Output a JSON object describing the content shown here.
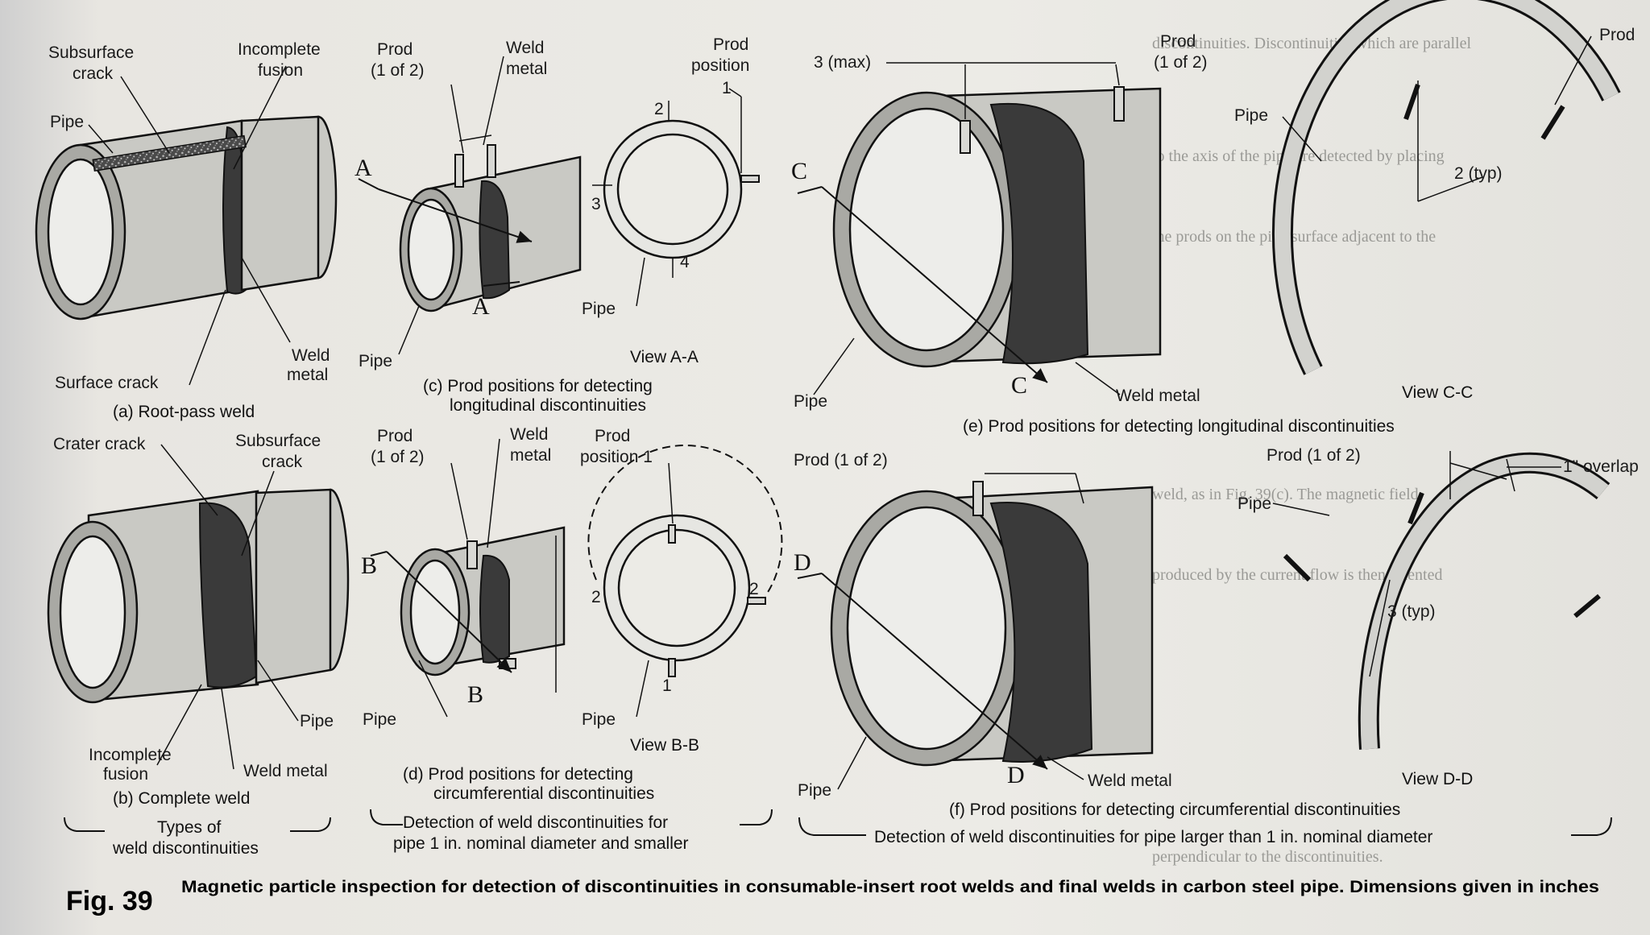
{
  "background_text": [
    "discontinuities. Discontinuities which are parallel",
    "to the axis of the pipe are detected by placing",
    "the prods on the pipe surface adjacent to the",
    "weld, as in Fig. 39(c). The magnetic field",
    "produced by the current flow is then oriented",
    "perpendicular to the discontinuities."
  ],
  "panel_a": {
    "subsurface_crack": [
      "Subsurface",
      "crack"
    ],
    "incomplete_fusion": [
      "Incomplete",
      "fusion"
    ],
    "pipe": "Pipe",
    "weld_metal": [
      "Weld",
      "metal"
    ],
    "surface_crack": "Surface crack",
    "caption": "(a) Root-pass weld"
  },
  "panel_b": {
    "crater_crack": "Crater crack",
    "subsurface_crack": [
      "Subsurface",
      "crack"
    ],
    "pipe": "Pipe",
    "incomplete_fusion": [
      "Incomplete",
      "fusion"
    ],
    "weld_metal": "Weld metal",
    "caption": "(b) Complete weld",
    "group_caption": [
      "Types of",
      "weld discontinuities"
    ]
  },
  "panel_c": {
    "prod": [
      "Prod",
      "(1 of 2)"
    ],
    "weld_metal": [
      "Weld",
      "metal"
    ],
    "pipe": "Pipe",
    "section_a": "A",
    "caption": [
      "(c) Prod positions for detecting",
      "longitudinal discontinuities"
    ]
  },
  "view_aa": {
    "prod_position": [
      "Prod",
      "position"
    ],
    "numbers": [
      "1",
      "2",
      "3",
      "4"
    ],
    "pipe": "Pipe",
    "title": "View A-A"
  },
  "panel_d": {
    "prod": [
      "Prod",
      "(1 of 2)"
    ],
    "weld_metal": [
      "Weld",
      "metal"
    ],
    "pipe": "Pipe",
    "section_b": "B",
    "caption": [
      "(d) Prod positions for detecting",
      "circumferential discontinuities"
    ]
  },
  "view_bb": {
    "prod_position": [
      "Prod",
      "position 1"
    ],
    "numbers": [
      "1",
      "2",
      "2"
    ],
    "pipe": "Pipe",
    "title": "View B-B"
  },
  "group_small_pipe": [
    "Detection of weld discontinuities for",
    "pipe 1 in. nominal diameter and smaller"
  ],
  "panel_e": {
    "dim": "3 (max)",
    "prod": [
      "Prod",
      "(1 of 2)"
    ],
    "section_c": "C",
    "pipe": "Pipe",
    "weld_metal": "Weld metal",
    "caption": "(e) Prod positions for detecting longitudinal discontinuities"
  },
  "view_cc": {
    "prod": "Prod",
    "pipe": "Pipe",
    "dim": "2 (typ)",
    "title": "View C-C"
  },
  "panel_f": {
    "prod": "Prod (1 of 2)",
    "section_d": "D",
    "pipe": "Pipe",
    "weld_metal": "Weld metal",
    "caption": "(f) Prod positions for detecting circumferential discontinuities"
  },
  "view_dd": {
    "prod": "Prod (1 of 2)",
    "overlap": "1\" overlap",
    "pipe": "Pipe",
    "dim": "3 (typ)",
    "title": "View D-D"
  },
  "group_large_pipe": "Detection of weld discontinuities for pipe larger than 1 in. nominal diameter",
  "figure": {
    "number": "Fig. 39",
    "caption": "Magnetic particle inspection for detection of discontinuities in consumable-insert root welds and final welds in carbon steel pipe. Dimensions given in inches"
  }
}
